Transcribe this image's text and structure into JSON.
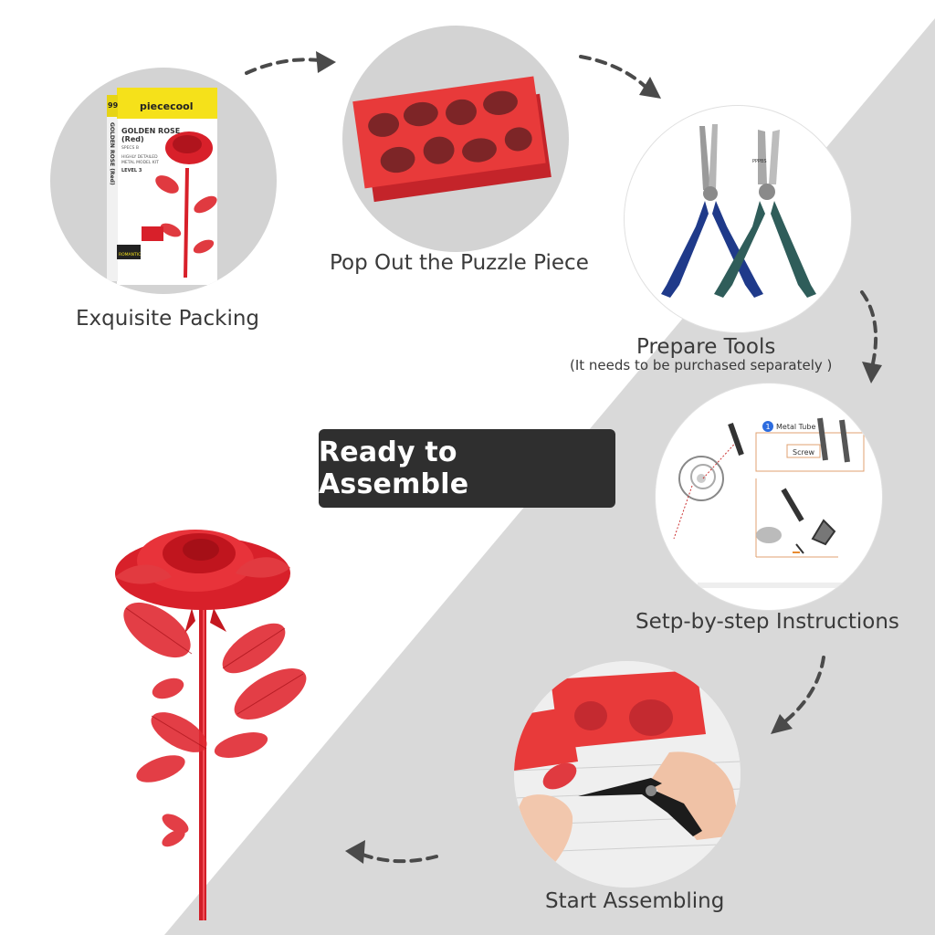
{
  "background": {
    "light": "#ffffff",
    "dark": "#d9d9d9"
  },
  "steps": {
    "packing": "Exquisite Packing",
    "pop_out": "Pop Out the Puzzle Piece",
    "tools": "Prepare Tools",
    "tools_note": "(It needs to be purchased separately )",
    "instructions": "Setp-by-step Instructions",
    "assembling": "Start Assembling"
  },
  "center_button": "Ready to Assemble",
  "package": {
    "brand": "piececool",
    "number": "99",
    "title_line1": "GOLDEN ROSE",
    "title_line2": "(Red)",
    "spec": "SPECS B",
    "desc_line1": "HIGHLY DETAILED",
    "desc_line2": "METAL MODEL KIT",
    "level": "LEVEL 3",
    "spine_text": "GOLDEN ROSE (Red)",
    "footer_text": "ROMANTIC"
  },
  "tools_brand": "PPPBS",
  "instruction_tags": {
    "step_number": "1",
    "metal_tube": "Metal Tube",
    "screw": "Screw"
  },
  "colors": {
    "rose_red": "#d8202a",
    "sheet_red": "#e83a3a",
    "label": "#3a3a3a",
    "button_bg": "#2f2f2f",
    "yellow": "#f5e11a"
  }
}
